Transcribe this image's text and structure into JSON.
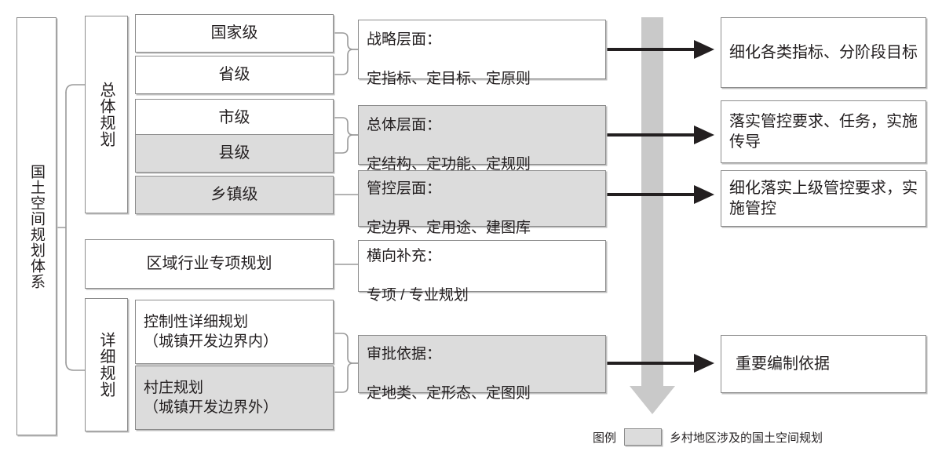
{
  "diagram": {
    "root": {
      "label": "国土空间规划体系"
    },
    "categories": [
      {
        "name": "master-plan",
        "label": "总体规划"
      },
      {
        "name": "detailed-plan",
        "label": "详细规划"
      }
    ],
    "levels": [
      {
        "label": "国家级",
        "highlighted": false
      },
      {
        "label": "省级",
        "highlighted": false
      },
      {
        "label": "市级",
        "highlighted": false
      },
      {
        "label": "县级",
        "highlighted": true
      },
      {
        "label": "乡镇级",
        "highlighted": true
      }
    ],
    "special_plan": {
      "label": "区域行业专项规划",
      "highlighted": false
    },
    "detailed_items": [
      {
        "label": "控制性详细规划\n（城镇开发边界内）",
        "highlighted": false
      },
      {
        "label": "村庄规划\n（城镇开发边界外）",
        "highlighted": true
      }
    ],
    "aspects": [
      {
        "title": "战略层面：",
        "content": "定指标、定目标、定原则",
        "highlighted": false
      },
      {
        "title": "总体层面：",
        "content": "定结构、定功能、定规则",
        "highlighted": true
      },
      {
        "title": "管控层面：",
        "content": "定边界、定用途、建图库",
        "highlighted": true
      },
      {
        "title": "横向补充：",
        "content": "专项 / 专业规划",
        "highlighted": false
      },
      {
        "title": "审批依据：",
        "content": "定地类、定形态、定图则",
        "highlighted": true
      }
    ],
    "outcomes": [
      {
        "label": "细化各类指标、分阶段目标"
      },
      {
        "label": "落实管控要求、任务，实施传导"
      },
      {
        "label": "细化落实上级管控要求，实施管控"
      },
      {
        "label": "重要编制依据"
      }
    ],
    "legend": {
      "label": "图例",
      "swatch_color": "#dcdcdc",
      "text": "乡村地区涉及的国土空间规划"
    },
    "colors": {
      "border": "#8c8c8c",
      "fill_highlight": "#dcdcdc",
      "fill_plain": "#ffffff",
      "text": "#231f20",
      "arrow": "#231f20",
      "flow_arrow": "#c9c9c9"
    }
  }
}
